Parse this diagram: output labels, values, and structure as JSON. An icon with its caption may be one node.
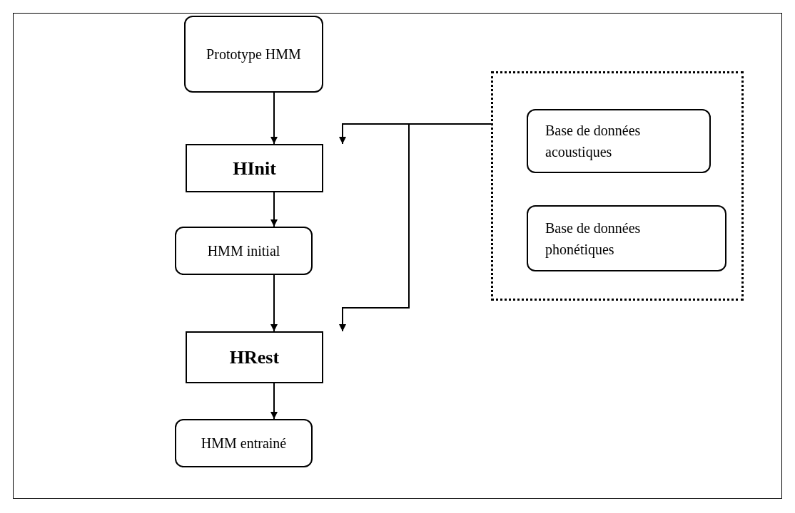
{
  "diagram": {
    "nodes": [
      {
        "text": [
          "Prototype HMM"
        ]
      },
      {
        "text": [
          "HInit"
        ]
      },
      {
        "text": [
          "HMM initial"
        ]
      },
      {
        "text": [
          "HRest"
        ]
      },
      {
        "text": [
          "HMM entrainé"
        ]
      },
      {
        "text": [],
        "shape": "box"
      },
      {
        "text": [
          "Base de données acoustiques"
        ],
        "in": 5
      },
      {
        "text": [
          "Base de données phonétiques"
        ],
        "in": 5
      }
    ],
    "edges": [
      {
        "from": 0,
        "to": 1,
        "arrow": "to"
      },
      {
        "from": 1,
        "to": 2,
        "arrow": "to"
      },
      {
        "from": 2,
        "to": 3,
        "arrow": "to"
      },
      {
        "from": 3,
        "to": 4,
        "arrow": "to"
      },
      {
        "from": 5,
        "to": 1,
        "arrow": "to"
      },
      {
        "from": 5,
        "to": 3,
        "arrow": "to"
      }
    ]
  }
}
